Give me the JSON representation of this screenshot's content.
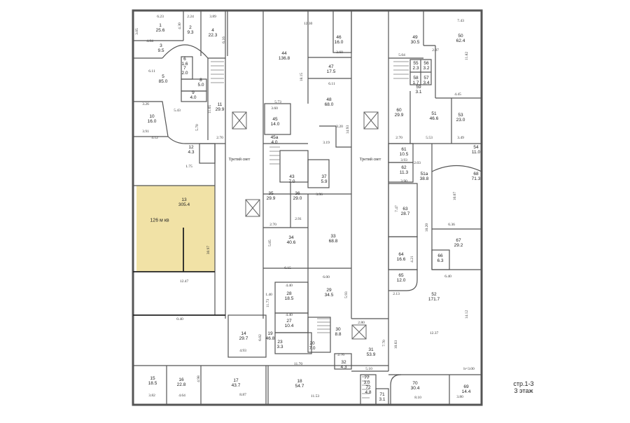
{
  "highlight_color": "#f1e2a6",
  "highlight_note": "126 м кв",
  "atrium_label": "Третий свет",
  "page_label": {
    "page": "стр.1-3",
    "floor": "3 этаж"
  },
  "rooms": [
    {
      "num": "1",
      "area": "25.6"
    },
    {
      "num": "2",
      "area": "9.3"
    },
    {
      "num": "3",
      "area": "9.5"
    },
    {
      "num": "4",
      "area": "22.3"
    },
    {
      "num": "5",
      "area": "85.0"
    },
    {
      "num": "6",
      "area": "1.6"
    },
    {
      "num": "7",
      "area": "2.0"
    },
    {
      "num": "8",
      "area": "5.0"
    },
    {
      "num": "9",
      "area": "4.0"
    },
    {
      "num": "10",
      "area": "16.0"
    },
    {
      "num": "11",
      "area": "29.9"
    },
    {
      "num": "12",
      "area": "4.3"
    },
    {
      "num": "13",
      "area": "305.4"
    },
    {
      "num": "14",
      "area": "29.7"
    },
    {
      "num": "15",
      "area": "18.5"
    },
    {
      "num": "16",
      "area": "22.8"
    },
    {
      "num": "17",
      "area": "43.7"
    },
    {
      "num": "18",
      "area": "54.7"
    },
    {
      "num": "19",
      "area": "46.8"
    },
    {
      "num": "20",
      "area": "7.0"
    },
    {
      "num": "23",
      "area": "3.3"
    },
    {
      "num": "27",
      "area": "10.4"
    },
    {
      "num": "28",
      "area": "18.5"
    },
    {
      "num": "29",
      "area": "34.5"
    },
    {
      "num": "30",
      "area": "8.8"
    },
    {
      "num": "31",
      "area": "53.9"
    },
    {
      "num": "32",
      "area": "4.3"
    },
    {
      "num": "33",
      "area": "68.8"
    },
    {
      "num": "34",
      "area": "40.6"
    },
    {
      "num": "35",
      "area": "29.9"
    },
    {
      "num": "36",
      "area": "29.0"
    },
    {
      "num": "37",
      "area": "5.9"
    },
    {
      "num": "43",
      "area": "7.0"
    },
    {
      "num": "44",
      "area": "136.8"
    },
    {
      "num": "45",
      "area": "14.0"
    },
    {
      "num": "45а",
      "area": "4.0"
    },
    {
      "num": "46",
      "area": "16.0"
    },
    {
      "num": "47",
      "area": "17.5"
    },
    {
      "num": "48",
      "area": "68.0"
    },
    {
      "num": "49",
      "area": "30.5"
    },
    {
      "num": "50",
      "area": "62.4"
    },
    {
      "num": "51",
      "area": "46.6"
    },
    {
      "num": "51а",
      "area": "38.8"
    },
    {
      "num": "52",
      "area": "171.7"
    },
    {
      "num": "53",
      "area": "23.0"
    },
    {
      "num": "54",
      "area": "11.0"
    },
    {
      "num": "55",
      "area": "2.3"
    },
    {
      "num": "56",
      "area": "3.2"
    },
    {
      "num": "57",
      "area": "3.4"
    },
    {
      "num": "58",
      "area": "1.7"
    },
    {
      "num": "59",
      "area": "3.1"
    },
    {
      "num": "60",
      "area": "29.9"
    },
    {
      "num": "61",
      "area": "10.5"
    },
    {
      "num": "62",
      "area": "11.3"
    },
    {
      "num": "63",
      "area": "28.7"
    },
    {
      "num": "64",
      "area": "16.6"
    },
    {
      "num": "65",
      "area": "12.0"
    },
    {
      "num": "66",
      "area": "6.3"
    },
    {
      "num": "67",
      "area": "29.2"
    },
    {
      "num": "68",
      "area": "71.3"
    },
    {
      "num": "69",
      "area": "14.4"
    },
    {
      "num": "70",
      "area": "30.4"
    },
    {
      "num": "71",
      "area": "3.1"
    },
    {
      "num": "72",
      "area": "4.8"
    },
    {
      "num": "77",
      "area": "3.0"
    }
  ],
  "dimensions": [
    "6.23",
    "2.24",
    "3.89",
    "12.30",
    "7.43",
    "4.84",
    "6.11",
    "3.26",
    "3.91",
    "4.12",
    "5.43",
    "5.70",
    "2.70",
    "1.75",
    "11.65",
    "12.47",
    "0.40",
    "30.97",
    "3.82",
    "4.64",
    "8.87",
    "11.53",
    "11.70",
    "4.93",
    "6.15",
    "6.00",
    "3.96",
    "2.91",
    "2.70",
    "3.60",
    "5.73",
    "3.19",
    "3.20",
    "6.11",
    "3.60",
    "14.93",
    "5.04",
    "2.87",
    "11.82",
    "4.45",
    "5.53",
    "3.49",
    "2.70",
    "3.93",
    "3.90",
    "2.03",
    "6.36",
    "6.40",
    "2.13",
    "12.37",
    "14.12",
    "10.07",
    "10.63",
    "5.10",
    "2.80",
    "8.10",
    "3.80",
    "h=3.00",
    "7.70",
    "2.76",
    "4.40",
    "4.40",
    "1.40",
    "11.73",
    "18.15",
    "18.20",
    "3.05",
    "4.30",
    "6.16",
    "7.47",
    "4.21",
    "5.93",
    "5.85",
    "6.02",
    "4.98"
  ]
}
